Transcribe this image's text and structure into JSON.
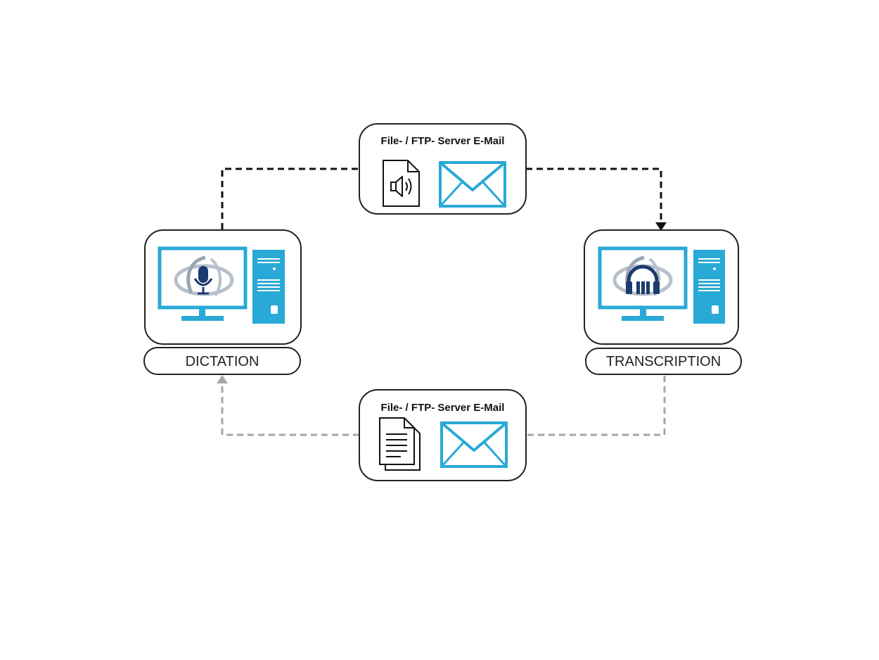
{
  "hubs": {
    "outgoing": {
      "title": "File- / FTP- Server E-Mail"
    },
    "return": {
      "title": "File- / FTP- Server E-Mail"
    }
  },
  "nodes": {
    "dictation": {
      "label": "DICTATION"
    },
    "transcription": {
      "label": "TRANSCRIPTION"
    }
  },
  "colors": {
    "accent": "#29a9d6",
    "dark_navy": "#1c3a6e",
    "logo_grey": "#9aa6b4",
    "outgoing_line": "#111111",
    "return_line": "#a6a6a6"
  },
  "icons": {
    "dictation_app": "microphone-icon",
    "transcription_app": "headphones-icon",
    "outgoing_file": "audio-file-icon",
    "return_file": "text-document-icon",
    "mail": "envelope-icon"
  }
}
